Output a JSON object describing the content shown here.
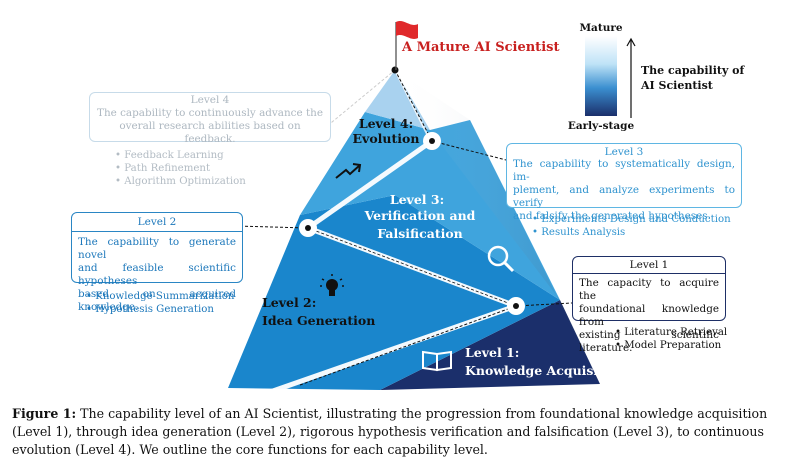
{
  "title": "A Mature AI Scientist",
  "scale": {
    "top_label": "Mature",
    "bottom_label": "Early-stage",
    "axis_label_line1": "The capability of",
    "axis_label_line2": "AI Scientist"
  },
  "pyramid": {
    "level4": {
      "line1": "Level 4:",
      "line2": "Evolution"
    },
    "level3": {
      "line1": "Level 3:",
      "line2": "Verification and",
      "line3": "Falsification"
    },
    "level2": {
      "line1": "Level 2:",
      "line2": "Idea Generation"
    },
    "level1": {
      "line1": "Level 1:",
      "line2": "Knowledge Acquisition"
    }
  },
  "boxes": {
    "level4": {
      "header": "Level 4",
      "lines": [
        "The capability to continuously advance the",
        "overall research abilities based on feedback."
      ],
      "bullets": [
        "Feedback Learning",
        "Path Refinement",
        "Algorithm Optimization"
      ]
    },
    "level3": {
      "header": "Level 3",
      "lines": [
        "The capability to systematically design, im-",
        "plement, and analyze experiments to verify",
        "and falsify the generated  hypotheses."
      ],
      "bullets": [
        "Experiments Design and Conduction",
        "Results Analysis"
      ]
    },
    "level2": {
      "header": "Level 2",
      "lines": [
        "The capability to generate novel",
        "and feasible scientific hypotheses",
        "based on acquired knowledge."
      ],
      "bullets": [
        "Knowledge Summarization",
        "Hypothesis Generation"
      ]
    },
    "level1": {
      "header": "Level 1",
      "lines": [
        "The capacity to acquire the",
        "foundational knowledge from",
        "existing scientific literature."
      ],
      "bullets": [
        "Literature Retrieval",
        "Model Preparation"
      ]
    }
  },
  "caption": {
    "label": "Figure 1:",
    "text": " The capability level of an AI Scientist, illustrating the progression from foundational knowledge acquisition (Level 1), through idea generation (Level 2), rigorous hypothesis verification and falsification (Level 3), to continuous evolution (Level 4). We outline the core functions for each capability level."
  },
  "colors": {
    "level4": "#a9d2ef",
    "level3": "#3fa4dd",
    "level2": "#1a86cc",
    "level1": "#1b2f6b",
    "box_level2_border": "#2a86c4",
    "box_level3_border": "#5fb6e3",
    "box_level4_border": "#c7dbe9",
    "box_level1_border": "#1e2f66",
    "flag": "#e0292b",
    "title": "#c8201f"
  }
}
